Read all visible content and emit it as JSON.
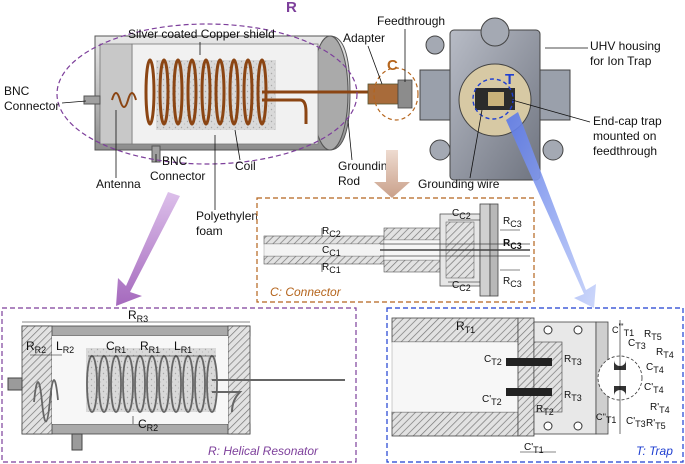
{
  "colors": {
    "resonator": "#7d3f9b",
    "connector": "#b5651d",
    "trap": "#1f3fd1",
    "copper": "#8b4513",
    "hatch": "#8a8a8a"
  },
  "top": {
    "letter_r": "R",
    "letter_c": "C",
    "letter_t": "T",
    "silver_shield": "Silver coated Copper shield",
    "feedthrough": "Feedthrough",
    "adapter": "Adapter",
    "uhv_1": "UHV housing",
    "uhv_2": "for Ion Trap",
    "bnc_left_1": "BNC",
    "bnc_left_2": "Connector",
    "bnc_mid_1": "BNC",
    "bnc_mid_2": "Connector",
    "coil": "Coil",
    "grounding_rod_1": "Grounding",
    "grounding_rod_2": "Rod",
    "antenna": "Antenna",
    "poly_1": "Polyethylene",
    "poly_2": "foam",
    "grounding_wire": "Grounding wire",
    "endcap_1": "End-cap trap",
    "endcap_2": "mounted on",
    "endcap_3": "feedthrough"
  },
  "connector_panel": {
    "caption": "C: Connector",
    "rc2": "R",
    "rc2_sub": "C2",
    "cc1": "C",
    "cc1_sub": "C1",
    "rc1": "R",
    "rc1_sub": "C1",
    "cc2_top": "C",
    "cc2_top_sub": "C2",
    "rc3_top": "R",
    "rc3_top_sub": "C3",
    "rc3_mid": "R",
    "rc3_mid_sub": "C3",
    "cc2_bot": "C",
    "cc2_bot_sub": "C2",
    "rc3_bot": "R",
    "rc3_bot_sub": "C3"
  },
  "resonator_panel": {
    "caption": "R: Helical Resonator",
    "rr3": "R",
    "rr3_sub": "R3",
    "rr2": "R",
    "rr2_sub": "R2",
    "lr2": "L",
    "lr2_sub": "R2",
    "cr1": "C",
    "cr1_sub": "R1",
    "rr1": "R",
    "rr1_sub": "R1",
    "lr1": "L",
    "lr1_sub": "R1",
    "cr2": "C",
    "cr2_sub": "R2"
  },
  "trap_panel": {
    "caption": "T: Trap",
    "rt1": "R",
    "rt1_sub": "T1",
    "ct1_top": "C",
    "ct1_top_sup": "'''",
    "ct1_top_sub": "T1",
    "ct3": "C",
    "ct3_sub": "T3",
    "rt5": "R",
    "rt5_sub": "T5",
    "rt4": "R",
    "rt4_sub": "T4",
    "ct4": "C",
    "ct4_sub": "T4",
    "ct4p": "C'",
    "ct4p_sub": "T4",
    "rt4p": "R'",
    "rt4p_sub": "T4",
    "ct3p": "C'",
    "ct3p_sub": "T3",
    "rt5p": "R'",
    "rt5p_sub": "T5",
    "ct2": "C",
    "ct2_sub": "T2",
    "ct2p": "C'",
    "ct2p_sub": "T2",
    "rt3": "R",
    "rt3_sub": "T3",
    "rt3b": "R",
    "rt3b_sub": "T3",
    "rt2": "R",
    "rt2_sub": "T2",
    "ct1pp": "C''",
    "ct1pp_sub": "T1",
    "ct1p": "C'",
    "ct1p_sub": "T1"
  }
}
